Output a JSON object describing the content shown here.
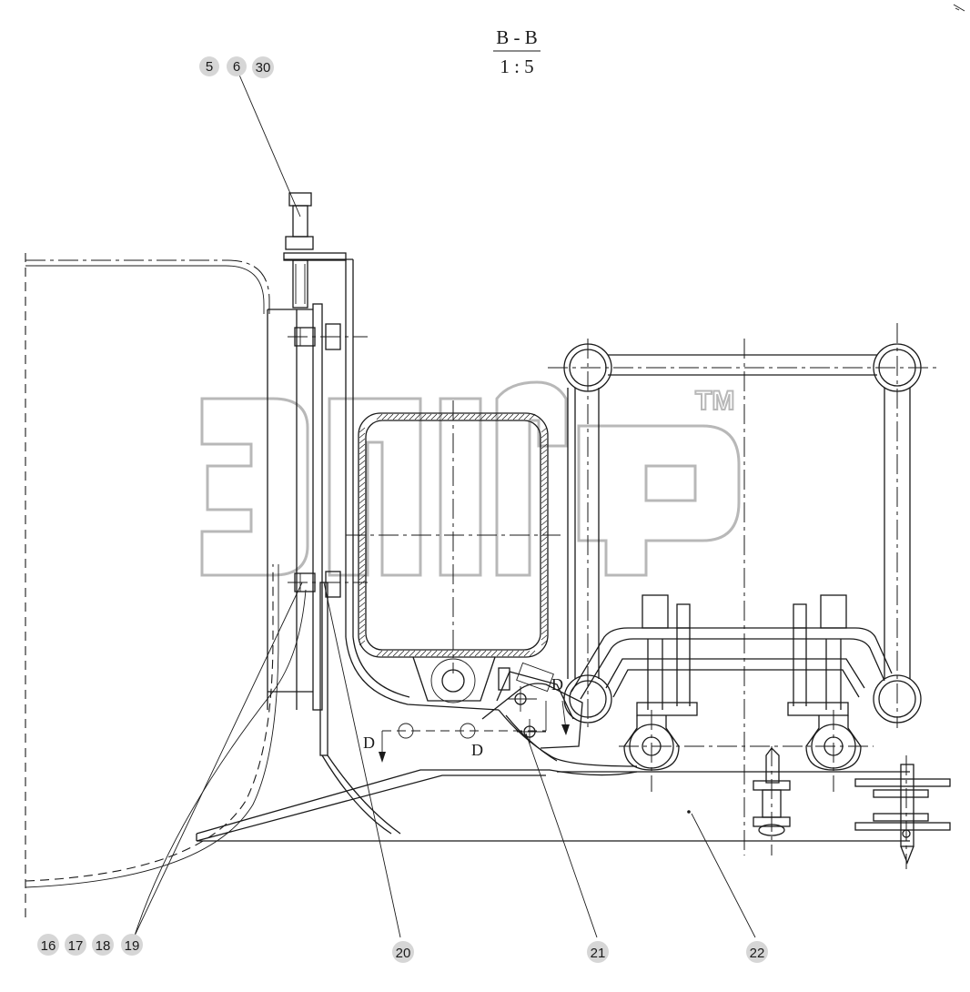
{
  "section": {
    "name": "B - B",
    "scale": "1 : 5"
  },
  "cut_label": "D",
  "watermark": {
    "trademark": "TM"
  },
  "callouts": [
    {
      "id": "c5",
      "label": "5"
    },
    {
      "id": "c6",
      "label": "6"
    },
    {
      "id": "c30",
      "label": "30"
    },
    {
      "id": "c16",
      "label": "16"
    },
    {
      "id": "c17",
      "label": "17"
    },
    {
      "id": "c18",
      "label": "18"
    },
    {
      "id": "c19",
      "label": "19"
    },
    {
      "id": "c20",
      "label": "20"
    },
    {
      "id": "c21",
      "label": "21"
    },
    {
      "id": "c22",
      "label": "22"
    }
  ]
}
